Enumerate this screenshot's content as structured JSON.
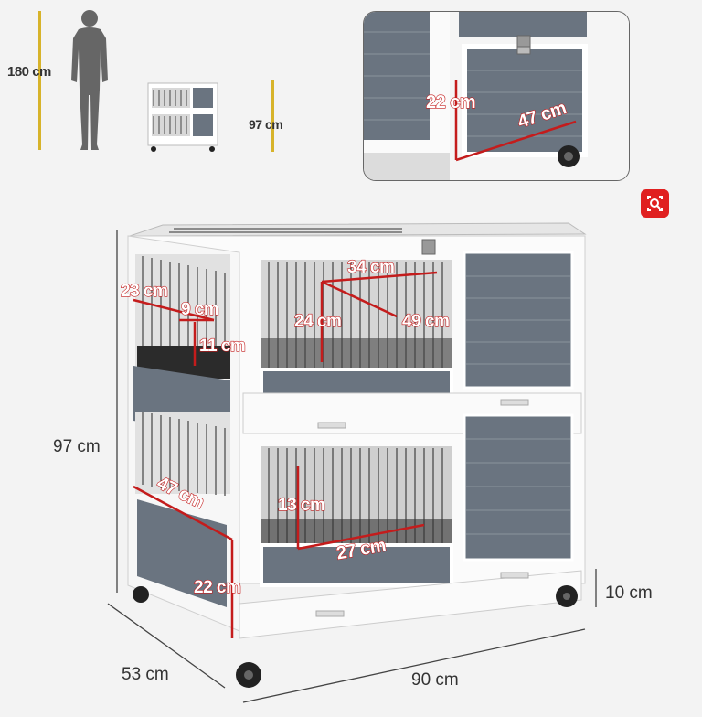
{
  "scale_reference": {
    "person_height": "180 cm",
    "product_height": "97 cm"
  },
  "inset": {
    "door_height": "22 cm",
    "door_width": "47 cm"
  },
  "main_dimensions": {
    "height": "97 cm",
    "depth": "53 cm",
    "width": "90 cm",
    "wheel_height": "10 cm"
  },
  "upper_tier": {
    "feeder_width": "23 cm",
    "feeder_depth": "9 cm",
    "feeder_height": "11 cm",
    "door_width": "34 cm",
    "door_height": "24 cm",
    "interior_depth": "49 cm"
  },
  "lower_tier": {
    "side_width": "47 cm",
    "side_height": "22 cm",
    "door_height": "13 cm",
    "door_width": "27 cm"
  },
  "icons": {
    "lens": "visual-search-icon"
  },
  "colors": {
    "accent_red": "#c41c1c",
    "panel_grey": "#6a7480",
    "frame_white": "#ffffff",
    "dim_line_yellow": "#d7b32a"
  }
}
